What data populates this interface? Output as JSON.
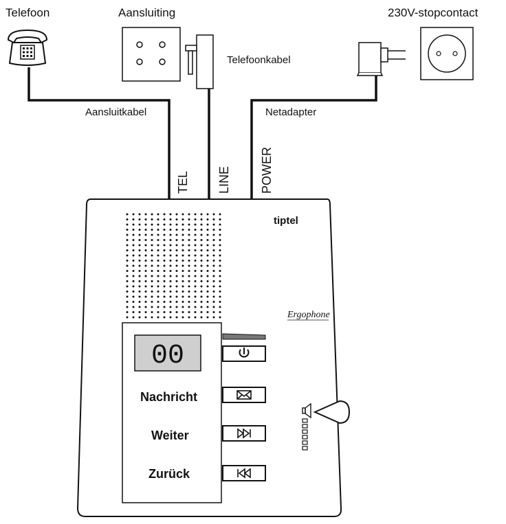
{
  "labels": {
    "telefoon": "Telefoon",
    "aansluiting": "Aansluiting",
    "stopcontact": "230V-stopcontact",
    "telefoonkabel": "Telefoonkabel",
    "aansluitkabel": "Aansluitkabel",
    "netadapter": "Netadapter"
  },
  "ports": {
    "tel": "TEL",
    "line": "LINE",
    "power": "POWER"
  },
  "device": {
    "brand": "tiptel",
    "model": "Ergophone",
    "display": "00"
  },
  "buttons": {
    "nachricht": "Nachricht",
    "weiter": "Weiter",
    "zurueck": "Zurück"
  }
}
